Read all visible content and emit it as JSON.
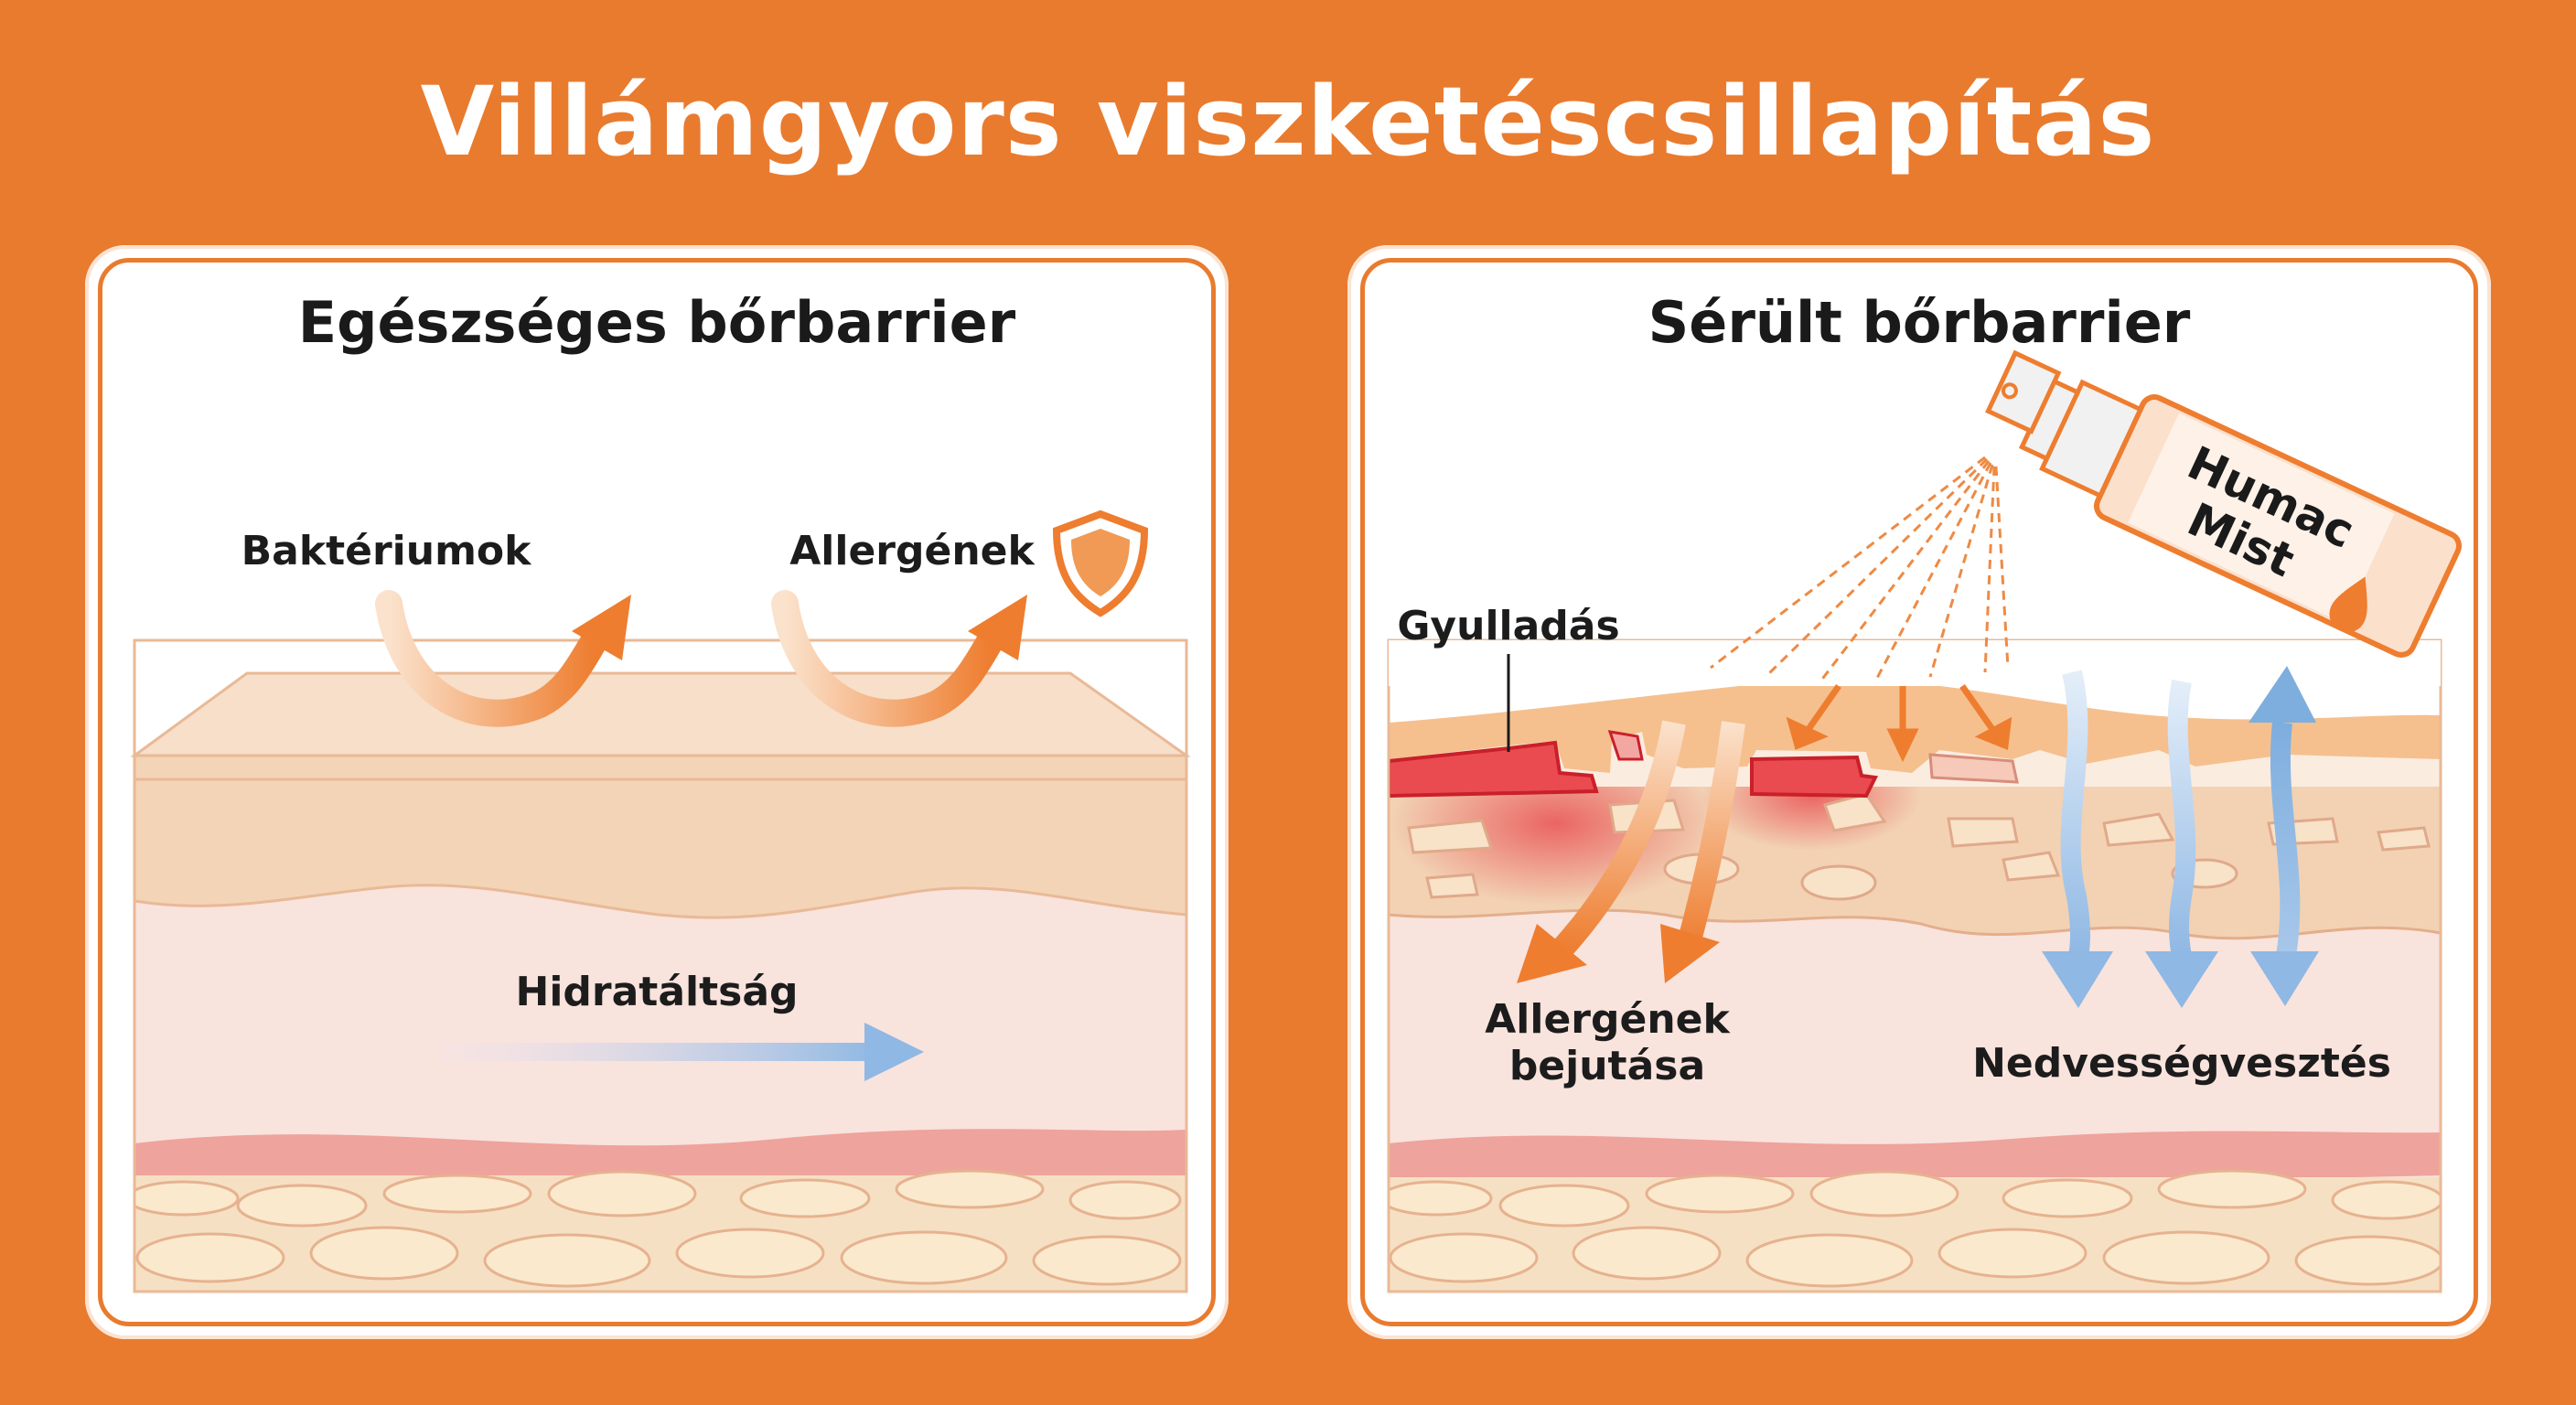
{
  "title": "Villámgyors viszketéscsillapítás",
  "healthy_panel": {
    "title": "Egészséges bőrbarrier",
    "labels": {
      "bacteria": "Baktériumok",
      "allergens": "Allergének",
      "hydration": "Hidratáltság"
    },
    "icons": [
      "shield-icon"
    ]
  },
  "damaged_panel": {
    "title": "Sérült bőrbarrier",
    "labels": {
      "inflammation": "Gyulladás",
      "allergen_entry_line1": "Allergének",
      "allergen_entry_line2": "bejutása",
      "moisture_loss": "Nedvességvesztés"
    },
    "product": {
      "line1": "Humac",
      "line2": "Mist"
    },
    "icons": [
      "spray-bottle-icon",
      "droplet-icon"
    ]
  },
  "colors": {
    "background": "#e97b2e",
    "accent": "#ee7d2f",
    "hydration_blue": "#8fb8e4",
    "inflammation_red": "#e0323a"
  }
}
